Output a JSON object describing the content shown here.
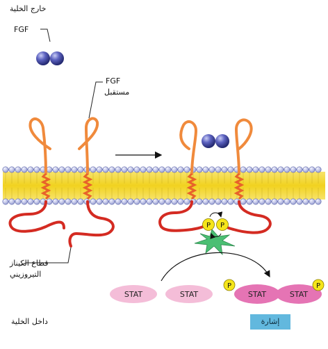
{
  "labels": {
    "outside": "خارج الخلية",
    "inside": "داخل الخلية",
    "fgf": "FGF",
    "receptor_line1": "FGF",
    "receptor_line2": "مستقبل",
    "kinase_line1": "قطاع الكيناز",
    "kinase_line2": "التيروزيني",
    "signal": "إشارة",
    "stat": "STAT",
    "phospho": "P"
  },
  "colors": {
    "membrane_fill": "#f3d533",
    "lipid_head_fill": "#c9cde8",
    "lipid_head_stroke": "#5a64a8",
    "receptor_outer": "#f08a3c",
    "receptor_inner": "#d42b22",
    "ligand": "#3a3f9c",
    "phospho": "#f5e51a",
    "kinase_star": "#4bbf73",
    "stat": "#f4bdd8",
    "stat_active": "#e574b4",
    "signal": "#62b8de"
  },
  "icons": [
    "arrow-right-icon",
    "curved-arrow-icon"
  ]
}
